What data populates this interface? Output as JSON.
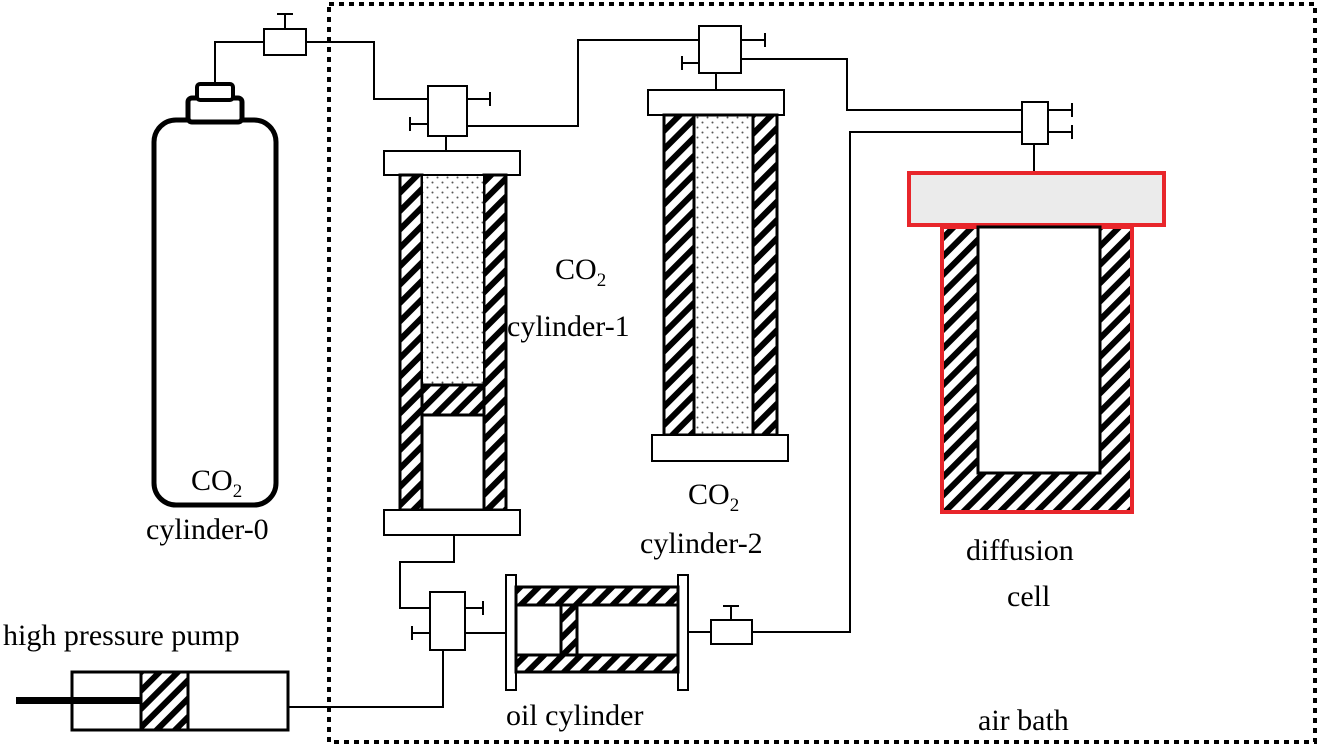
{
  "labels": {
    "co2_symbol": "CO",
    "co2_subscript": "2",
    "cylinder_0": "cylinder-0",
    "cylinder_1": "cylinder-1",
    "cylinder_2": "cylinder-2",
    "diffusion_line1": "diffusion",
    "diffusion_line2": "cell",
    "high_pressure_pump": "high pressure pump",
    "oil_cylinder": "oil cylinder",
    "air_bath": "air bath"
  },
  "colors": {
    "line": "#000000",
    "diffusion_cell_outline": "#e8262b",
    "diffusion_cell_lid": "#ebebeb",
    "dots": "#555555"
  }
}
